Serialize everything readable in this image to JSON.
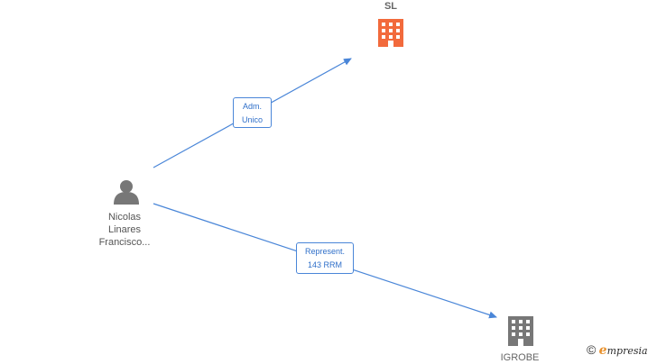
{
  "nodes": {
    "company_top": {
      "label": "SL",
      "color": "#f26a3c"
    },
    "person": {
      "label_lines": [
        "Nicolas",
        "Linares",
        "Francisco..."
      ],
      "color": "#777777"
    },
    "company_bottom": {
      "label": "IGROBE",
      "color": "#777777"
    }
  },
  "edges": {
    "adm": {
      "lines": [
        "Adm.",
        "Unico"
      ]
    },
    "rep": {
      "lines": [
        "Represent.",
        "143 RRM"
      ]
    }
  },
  "edge_color": "#4a86d8",
  "brand": {
    "copyright": "©",
    "initial": "e",
    "rest": "mpresia"
  }
}
